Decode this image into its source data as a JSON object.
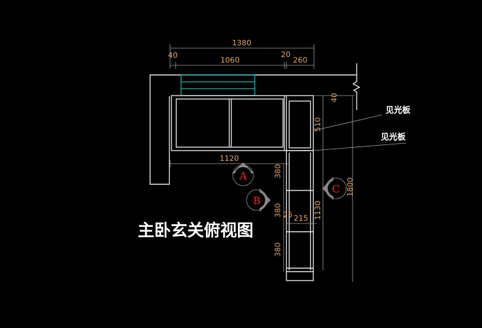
{
  "title": "主卧玄关俯视图",
  "dimensions": {
    "overall_width": "1380",
    "left_gap": "40",
    "inner_width": "1060",
    "gap_right": "20",
    "side_width": "260",
    "cabinet_width": "1120",
    "top_offset": "40",
    "upper_depth": "510",
    "column_height": "1130",
    "total_height": "1800",
    "shelf_1": "380",
    "shelf_2": "380",
    "shelf_3": "380",
    "side_thickness": "25",
    "column_width": "215"
  },
  "leaders": [
    "见光板",
    "见光板"
  ],
  "markers": [
    "A",
    "B",
    "C"
  ],
  "colors": {
    "background": "#000000",
    "dimension": "#d9a066",
    "glass": "#1aa6a6",
    "marker_text": "#ff2020"
  }
}
